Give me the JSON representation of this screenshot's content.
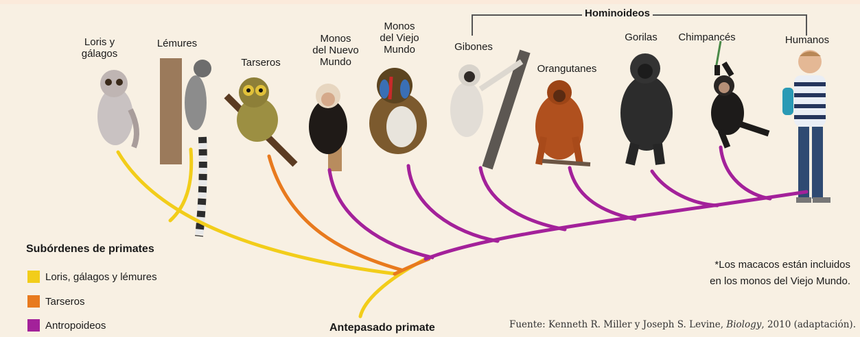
{
  "colors": {
    "loris_lemures": "#f2cd1a",
    "tarseros": "#e87a1e",
    "antropoideos": "#a3219a",
    "background": "#f8f0e3",
    "bracket": "#555555"
  },
  "clade_label": "Hominoideos",
  "animals": [
    {
      "id": "loris",
      "label": "Loris y\ngálagos"
    },
    {
      "id": "lemures",
      "label": "Lémures"
    },
    {
      "id": "tarseros",
      "label": "Tarseros"
    },
    {
      "id": "nuevo",
      "label": "Monos\ndel Nuevo\nMundo"
    },
    {
      "id": "viejo",
      "label": "Monos\ndel Viejo\nMundo"
    },
    {
      "id": "gibones",
      "label": "Gibones"
    },
    {
      "id": "orangutanes",
      "label": "Orangutanes"
    },
    {
      "id": "gorilas",
      "label": "Gorilas"
    },
    {
      "id": "chimpances",
      "label": "Chimpancés"
    },
    {
      "id": "humanos",
      "label": "Humanos"
    }
  ],
  "legend": {
    "title": "Subórdenes de primates",
    "items": [
      {
        "label": "Loris, gálagos y lémures",
        "color": "#f2cd1a"
      },
      {
        "label": "Tarseros",
        "color": "#e87a1e"
      },
      {
        "label": "Antropoideos",
        "color": "#a3219a"
      }
    ]
  },
  "ancestor_label": "Antepasado primate",
  "note": {
    "line1": "*Los macacos están incluidos",
    "line2": "en los monos del Viejo Mundo."
  },
  "source": {
    "prefix": "Fuente: Kenneth R. Miller y Joseph S. Levine, ",
    "book": "Biology",
    "suffix": ", 2010 (adaptación)."
  }
}
